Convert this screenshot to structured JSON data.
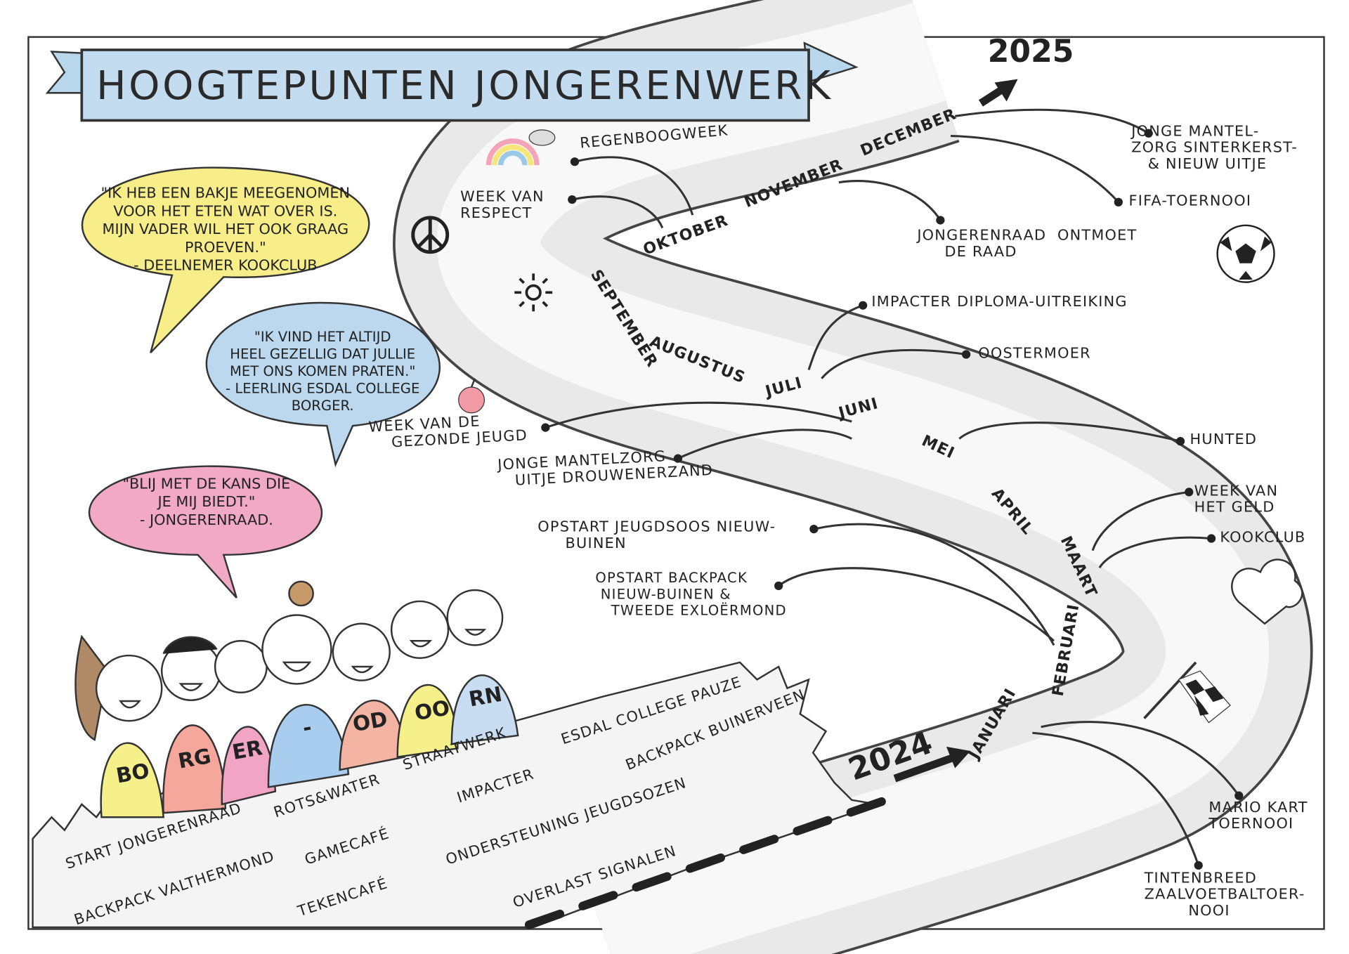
{
  "title": "HOOGTEPUNTEN JONGERENWERK",
  "years": {
    "start": "2024",
    "end": "2025"
  },
  "months": [
    "JANUARI",
    "FEBRUARI",
    "MAART",
    "APRIL",
    "MEI",
    "JUNI",
    "JULI",
    "AUGUSTUS",
    "SEPTEMBER",
    "OKTOBER",
    "NOVEMBER",
    "DECEMBER"
  ],
  "quotes": [
    {
      "text": "\"IK HEB EEN BAKJE MEEGENOMEN\nVOOR HET ETEN WAT OVER IS.\nMIJN VADER WIL HET OOK GRAAG\nPROEVEN.\"",
      "author": "- DEELNEMER KOOKCLUB",
      "color": "#f7ee8a"
    },
    {
      "text": "\"IK VIND HET ALTIJD\nHEEL GEZELLIG DAT JULLIE\nMET ONS KOMEN PRATEN.\"",
      "author": "- LEERLING ESDAL COLLEGE\nBORGER.",
      "color": "#bcd8ee"
    },
    {
      "text": "\"BLIJ MET DE KANS DIE\nJE MIJ BIEDT.\"",
      "author": "- JONGERENRAAD.",
      "color": "#f2a9c6"
    }
  ],
  "team_letters": [
    "BO",
    "RG",
    "ER",
    "-",
    "OD",
    "OO",
    "RN"
  ],
  "events": [
    "REGENBOOGWEEK",
    "WEEK VAN\nRESPECT",
    "JONGERENRAAD  ONTMOET\n     DE RAAD",
    "FIFA-TOERNOOI",
    "JONGE MANTEL-\nZORG SINTERKERST-\n   & NIEUW UITJE",
    "IMPACTER DIPLOMA-UITREIKING",
    "OOSTERMOER",
    "HUNTED",
    "WEEK VAN\nHET GELD",
    "KOOKCLUB",
    "WEEK VAN DE\n    GEZONDE JEUGD",
    "JONGE MANTELZORG\n   UITJE DROUWENERZAND",
    "OPSTART JEUGDSOOS NIEUW-\n     BUINEN",
    "OPSTART BACKPACK\n NIEUW-BUINEN &\n   TWEEDE EXLOËRMOND",
    "MARIO KART\nTOERNOOI",
    "TINTENBREED\nZAALVOETBALTOER-\n        NOOI"
  ],
  "activities": [
    "START JONGERENRAAD",
    "BACKPACK VALTHERMOND",
    "ROTS&WATER",
    "GAMECAFÉ",
    "TEKENCAFÉ",
    "STRAATWERK",
    "IMPACTER",
    "ONDERSTEUNING JEUGDSOZEN",
    "OVERLAST SIGNALEN",
    "ESDAL COLLEGE PAUZE",
    "BACKPACK BUINERVEEN"
  ]
}
